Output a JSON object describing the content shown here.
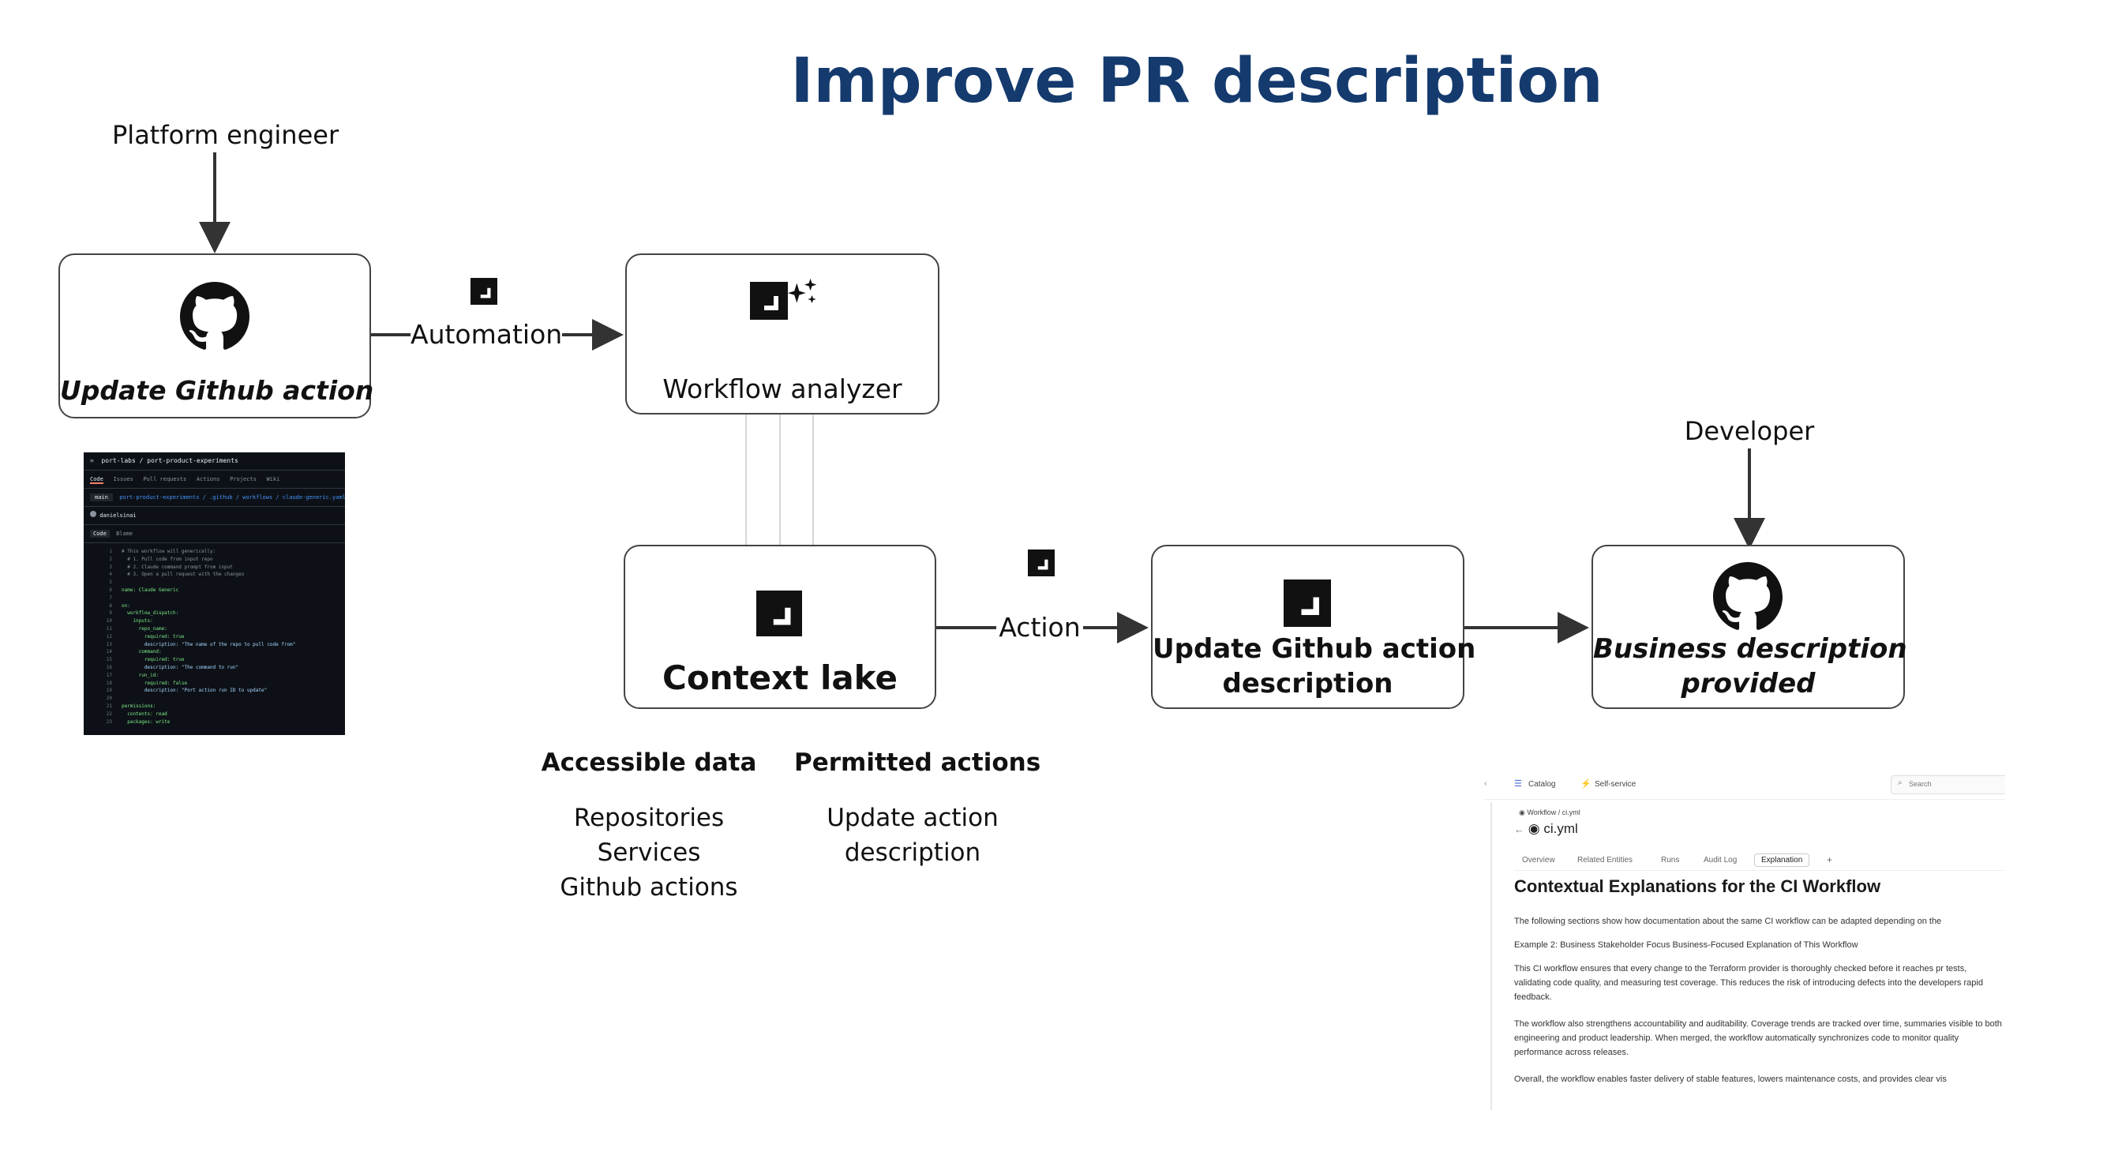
{
  "title": "Improve PR description",
  "actors": {
    "platform_engineer": "Platform engineer",
    "developer": "Developer"
  },
  "nodes": {
    "update_action": "Update Github action",
    "workflow_analyzer": "Workflow analyzer",
    "context_lake": "Context lake",
    "update_description_line1": "Update Github action",
    "update_description_line2": "description",
    "business_line1": "Business description",
    "business_line2": "provided"
  },
  "edges": {
    "automation": "Automation",
    "action": "Action"
  },
  "accessible_data": {
    "heading": "Accessible data",
    "items": [
      "Repositories",
      "Services",
      "Github actions"
    ]
  },
  "permitted_actions": {
    "heading": "Permitted actions",
    "items": [
      "Update action",
      "description"
    ]
  },
  "github_screenshot": {
    "repo": "port-labs / port-product-experiments",
    "tabs": [
      "Code",
      "Issues",
      "Pull requests",
      "Actions",
      "Projects",
      "Wiki"
    ],
    "branch": "main",
    "path": "port-product-experiments / .github / workflows / claude-generic.yaml",
    "user": "danielsinai",
    "file_tabs": [
      "Code",
      "Blame"
    ],
    "code_lines": [
      "# This workflow will generically:",
      "  # 1. Pull code from input repo",
      "  # 2. Claude command prompt from input",
      "  # 3. Open a pull request with the changes",
      "",
      "name: Claude Generic",
      "",
      "on:",
      "  workflow_dispatch:",
      "    inputs:",
      "      repo_name:",
      "        required: true",
      "        description: \"The name of the repo to pull code from\"",
      "      command:",
      "        required: true",
      "        description: \"The command to run\"",
      "      run_id:",
      "        required: false",
      "        description: \"Port action run ID to update\"",
      "",
      "permissions:",
      "  contents: read",
      "  packages: write"
    ]
  },
  "port_screenshot": {
    "nav": [
      "Catalog",
      "Self-service"
    ],
    "search_placeholder": "Search",
    "breadcrumb": "Workflow / ci.yml",
    "entity": "ci.yml",
    "tabs": [
      "Overview",
      "Related Entities",
      "Runs",
      "Audit Log",
      "Explanation",
      "+"
    ],
    "heading": "Contextual Explanations for the CI Workflow",
    "paragraphs": [
      "The following sections show how documentation about the same CI workflow can be adapted depending on the",
      "Example 2: Business Stakeholder Focus Business-Focused Explanation of This Workflow",
      "This CI workflow ensures that every change to the Terraform provider is thoroughly checked before it reaches pr tests, validating code quality, and measuring test coverage. This reduces the risk of introducing defects into the developers rapid feedback.",
      "The workflow also strengthens accountability and auditability. Coverage trends are tracked over time, summaries visible to both engineering and product leadership. When merged, the workflow automatically synchronizes code to monitor quality performance across releases.",
      "Overall, the workflow enables faster delivery of stable features, lowers maintenance costs, and provides clear vis"
    ]
  },
  "colors": {
    "title": "#143a6e",
    "box_border": "#444444",
    "arrow": "#333333"
  }
}
